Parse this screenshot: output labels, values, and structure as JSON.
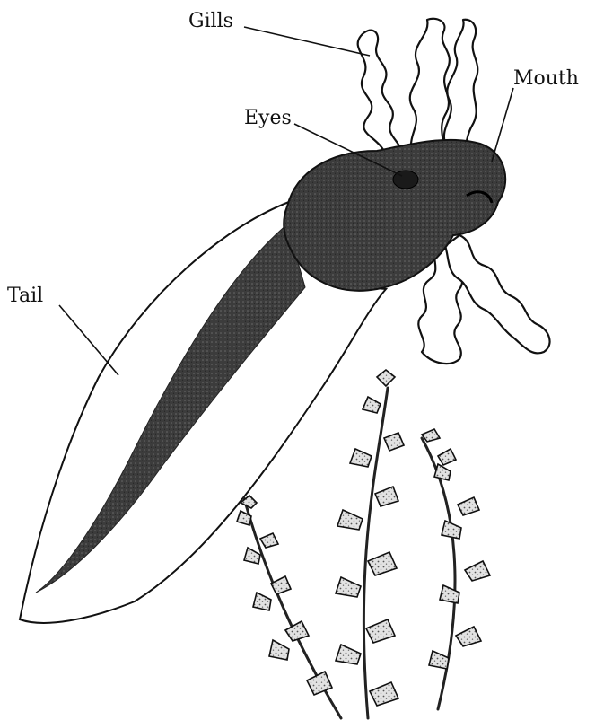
{
  "labels": {
    "gills": "Gills",
    "mouth": "Mouth",
    "eyes": "Eyes",
    "tail": "Tail"
  },
  "colors": {
    "body": "#3a3a3a",
    "outline": "#111111",
    "background": "#ffffff"
  }
}
